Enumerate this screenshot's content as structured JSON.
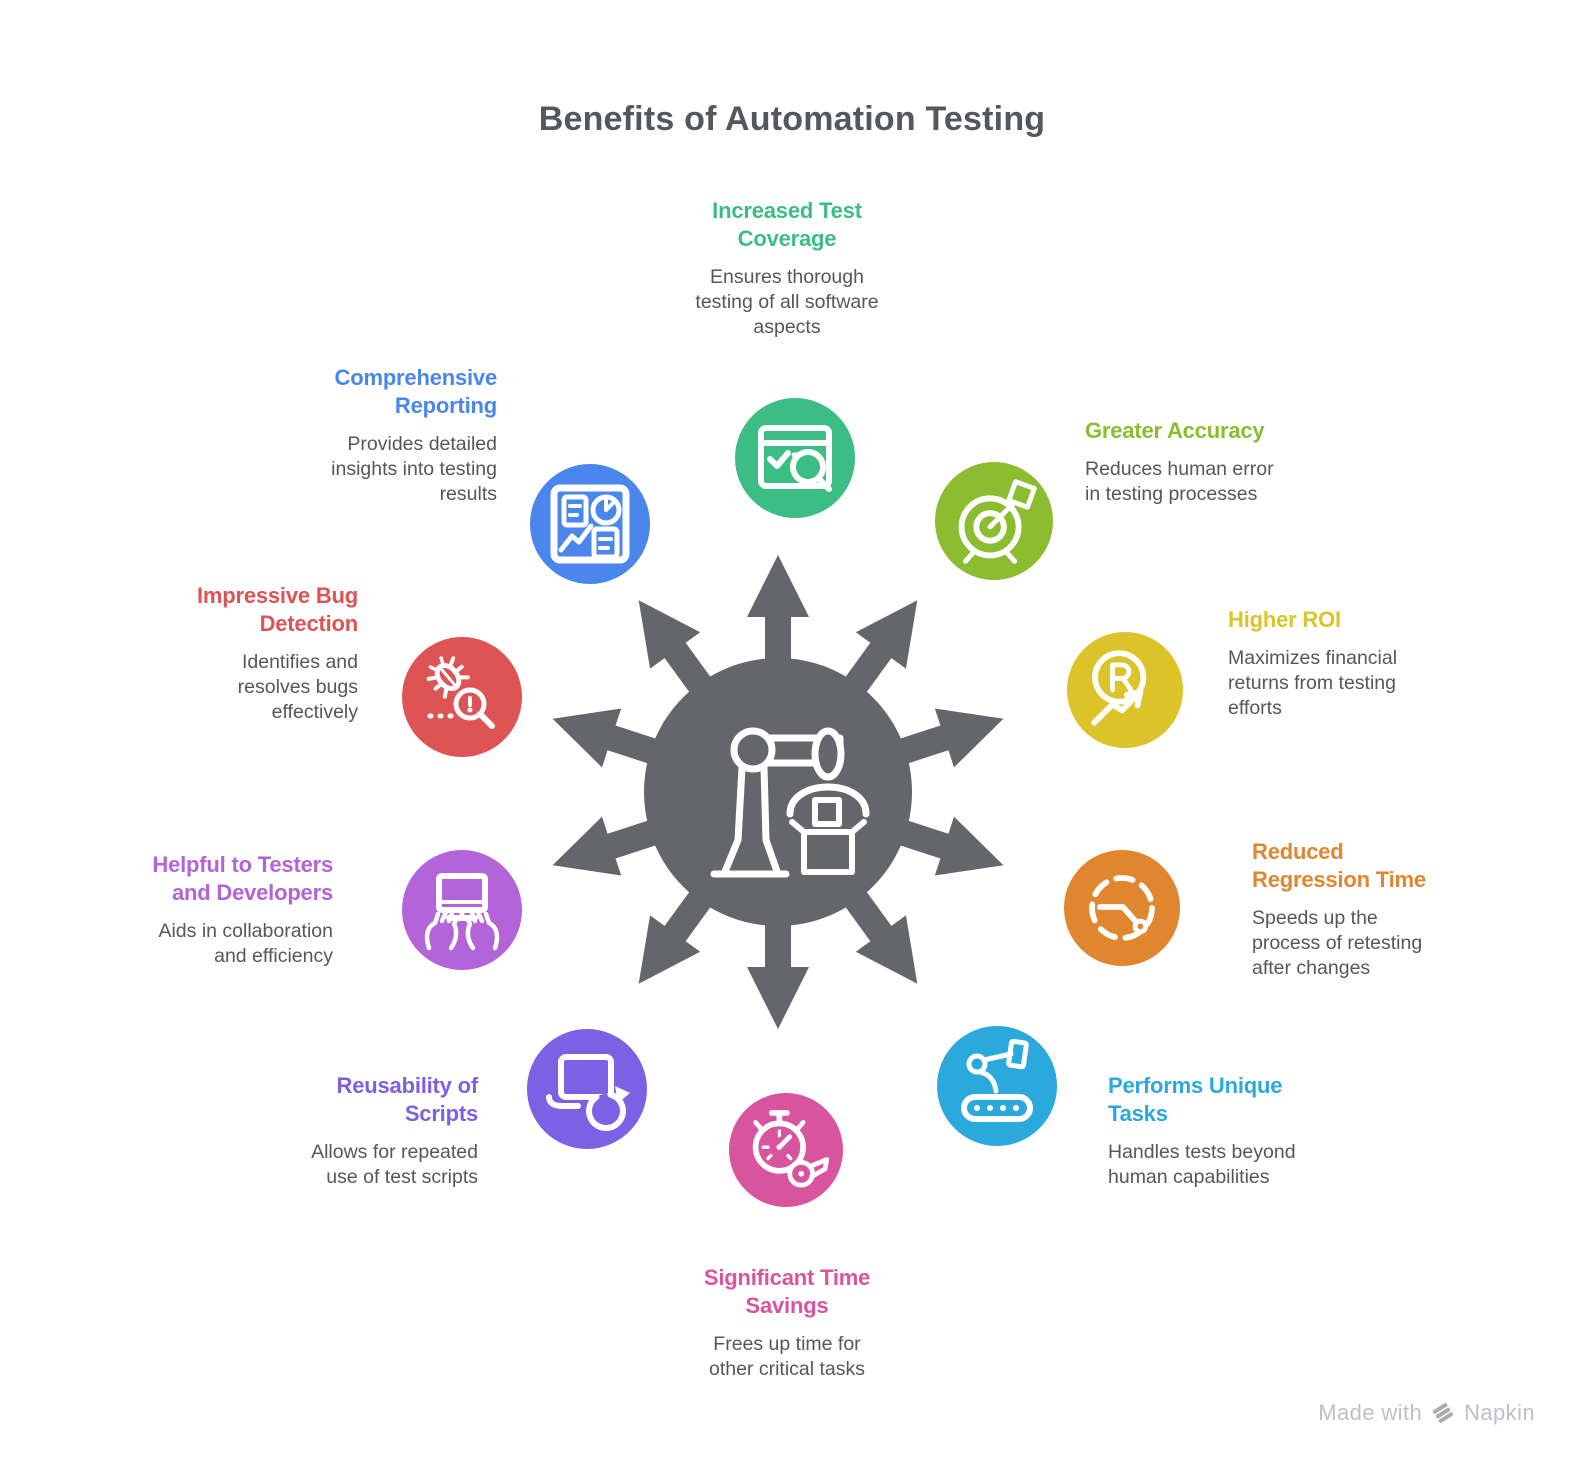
{
  "title": "Benefits of Automation Testing",
  "colors": {
    "title_text": "#54575C",
    "description_text": "#54575C",
    "hub": "#64666B",
    "watermark": "#BDC0C4"
  },
  "hub": {
    "icon": "robot-arm-person-icon"
  },
  "benefits": [
    {
      "id": "increased-test-coverage",
      "title": "Increased Test\nCoverage",
      "description": "Ensures thorough\ntesting of all software\naspects",
      "color": "#3BBD84",
      "icon": "browser-check-search-icon"
    },
    {
      "id": "greater-accuracy",
      "title": "Greater Accuracy",
      "description": "Reduces human error\nin testing processes",
      "color": "#8CBC2F",
      "icon": "target-dart-icon"
    },
    {
      "id": "higher-roi",
      "title": "Higher ROI",
      "description": "Maximizes financial\nreturns from testing\nefforts",
      "color": "#DCC32A",
      "icon": "roi-growth-icon"
    },
    {
      "id": "reduced-regression-time",
      "title": "Reduced\nRegression Time",
      "description": "Speeds up the\nprocess of retesting\nafter changes",
      "color": "#DF862E",
      "icon": "rewind-clock-icon"
    },
    {
      "id": "performs-unique-tasks",
      "title": "Performs Unique\nTasks",
      "description": "Handles tests beyond\nhuman capabilities",
      "color": "#2BA9DC",
      "icon": "robot-arm-conveyor-icon"
    },
    {
      "id": "significant-time-savings",
      "title": "Significant Time\nSavings",
      "description": "Frees up time for\nother critical tasks",
      "color": "#D9549E",
      "icon": "stopwatch-whistle-icon"
    },
    {
      "id": "reusability-of-scripts",
      "title": "Reusability of\nScripts",
      "description": "Allows for repeated\nuse of test scripts",
      "color": "#7B61E3",
      "icon": "laptop-refresh-icon"
    },
    {
      "id": "helpful-to-testers-and-developers",
      "title": "Helpful to Testers\nand Developers",
      "description": "Aids in collaboration\nand efficiency",
      "color": "#B364D8",
      "icon": "monitor-hands-icon"
    },
    {
      "id": "impressive-bug-detection",
      "title": "Impressive Bug\nDetection",
      "description": "Identifies and\nresolves bugs\neffectively",
      "color": "#DE5353",
      "icon": "bug-magnifier-icon"
    },
    {
      "id": "comprehensive-reporting",
      "title": "Comprehensive\nReporting",
      "description": "Provides detailed\ninsights into testing\nresults",
      "color": "#4A86EC",
      "icon": "report-dashboard-icon"
    }
  ],
  "watermark": {
    "text_prefix": "Made with",
    "brand": "Napkin"
  }
}
